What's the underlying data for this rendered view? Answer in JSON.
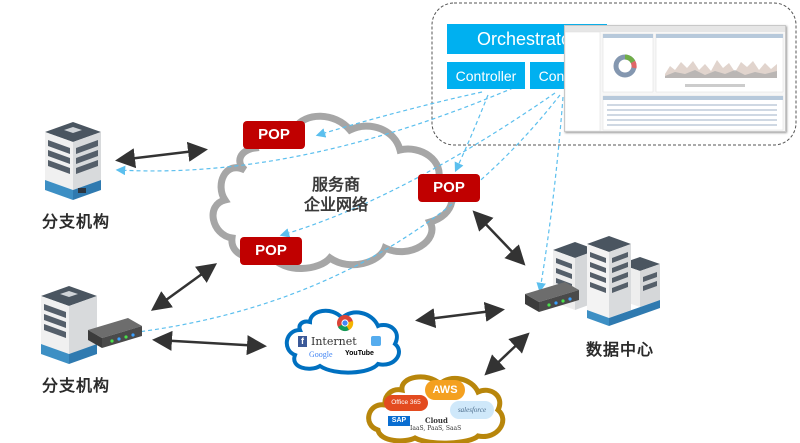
{
  "diagram": {
    "title": "SD-WAN network architecture",
    "orchestrator_panel": {
      "orchestrator_label": "Orchestrator",
      "controllers": [
        "Controller",
        "Controller"
      ],
      "dashboard_icon": "management-dashboard-screenshot"
    },
    "provider_network": {
      "label_line1": "服务商",
      "label_line2": "企业网络",
      "pops": [
        "POP",
        "POP",
        "POP"
      ]
    },
    "branches": [
      {
        "label": "分支机构",
        "icon": "building-icon"
      },
      {
        "label": "分支机构",
        "icon": "building-with-router-icon"
      }
    ],
    "datacenter": {
      "label": "数据中心",
      "icon": "datacenter-buildings-router-icon"
    },
    "internet_cloud": {
      "label": "Internet",
      "logos": [
        "chrome",
        "facebook",
        "twitter",
        "Google",
        "YouTube"
      ],
      "google_text": "Google",
      "youtube_text": "YouTube"
    },
    "saas_cloud": {
      "label": "Cloud",
      "sublabel": "IaaS, PaaS, SaaS",
      "logos": [
        "Office 365",
        "AWS",
        "salesforce",
        "SAP"
      ],
      "office_text": "Office 365",
      "aws_text": "AWS",
      "salesforce_text": "salesforce",
      "sap_text": "SAP"
    },
    "colors": {
      "pop_red": "#c00000",
      "controller_blue": "#00b0f0",
      "control_link": "#5bbfee",
      "cloud_gray": "#a6a6a6",
      "internet_cloud_blue": "#0070c0",
      "saas_cloud_gold": "#b8860b"
    }
  }
}
